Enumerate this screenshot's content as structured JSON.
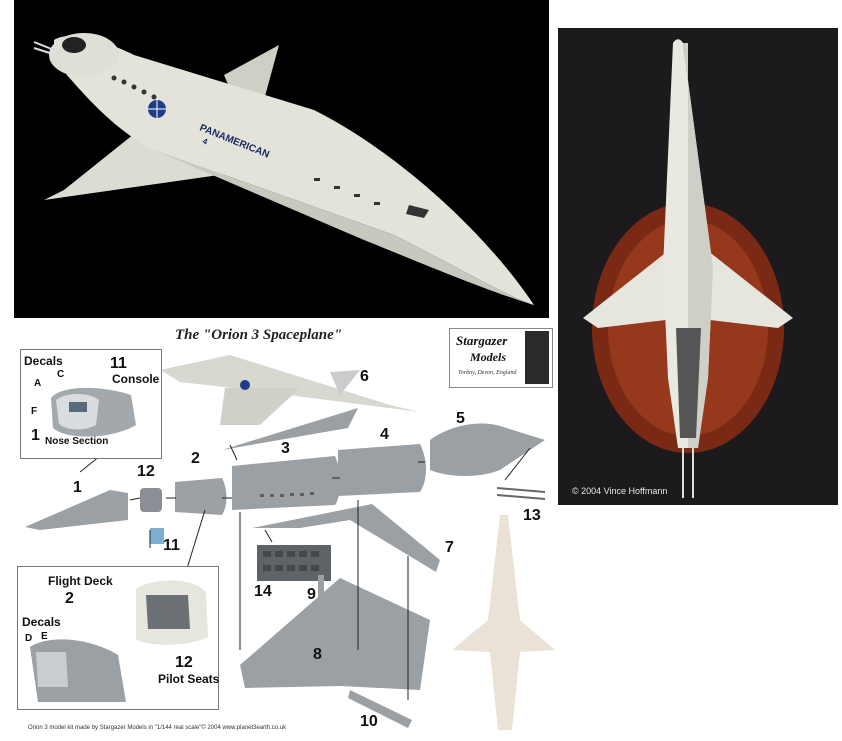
{
  "photo_credit": "© 2004 Vince Hoffmann",
  "hull_lettering": "PANAMERICAN",
  "hull_number": "4",
  "diagram": {
    "title": "The \"Orion 3 Spaceplane\"",
    "logo": {
      "name1": "Stargazer",
      "name2": "Models",
      "place": "Torbay, Devon, England"
    },
    "inset_nose": {
      "decals": "Decals",
      "num11": "11",
      "console": "Console",
      "c": "C",
      "a": "A",
      "f": "F",
      "num1": "1",
      "nose_section": "Nose Section"
    },
    "inset_deck": {
      "flight_deck": "Flight Deck",
      "num2": "2",
      "decals": "Decals",
      "d": "D",
      "e": "E",
      "num12": "12",
      "pilot_seats": "Pilot Seats"
    },
    "numbers": {
      "n1": "1",
      "n2": "2",
      "n3": "3",
      "n4": "4",
      "n5": "5",
      "n6": "6",
      "n7": "7",
      "n8": "8",
      "n9": "9",
      "n10": "10",
      "n11": "11",
      "n12": "12",
      "n13": "13",
      "n14": "14"
    },
    "footer": "Orion 3 model kit made by Stargazer Models in \"1/144 real scale\"© 2004  www.planet3earth.co.uk"
  },
  "colors": {
    "model_grey": "#8e959a",
    "model_white": "#e6e6de",
    "background_black": "#000000",
    "base_wood": "#7a2a14"
  }
}
